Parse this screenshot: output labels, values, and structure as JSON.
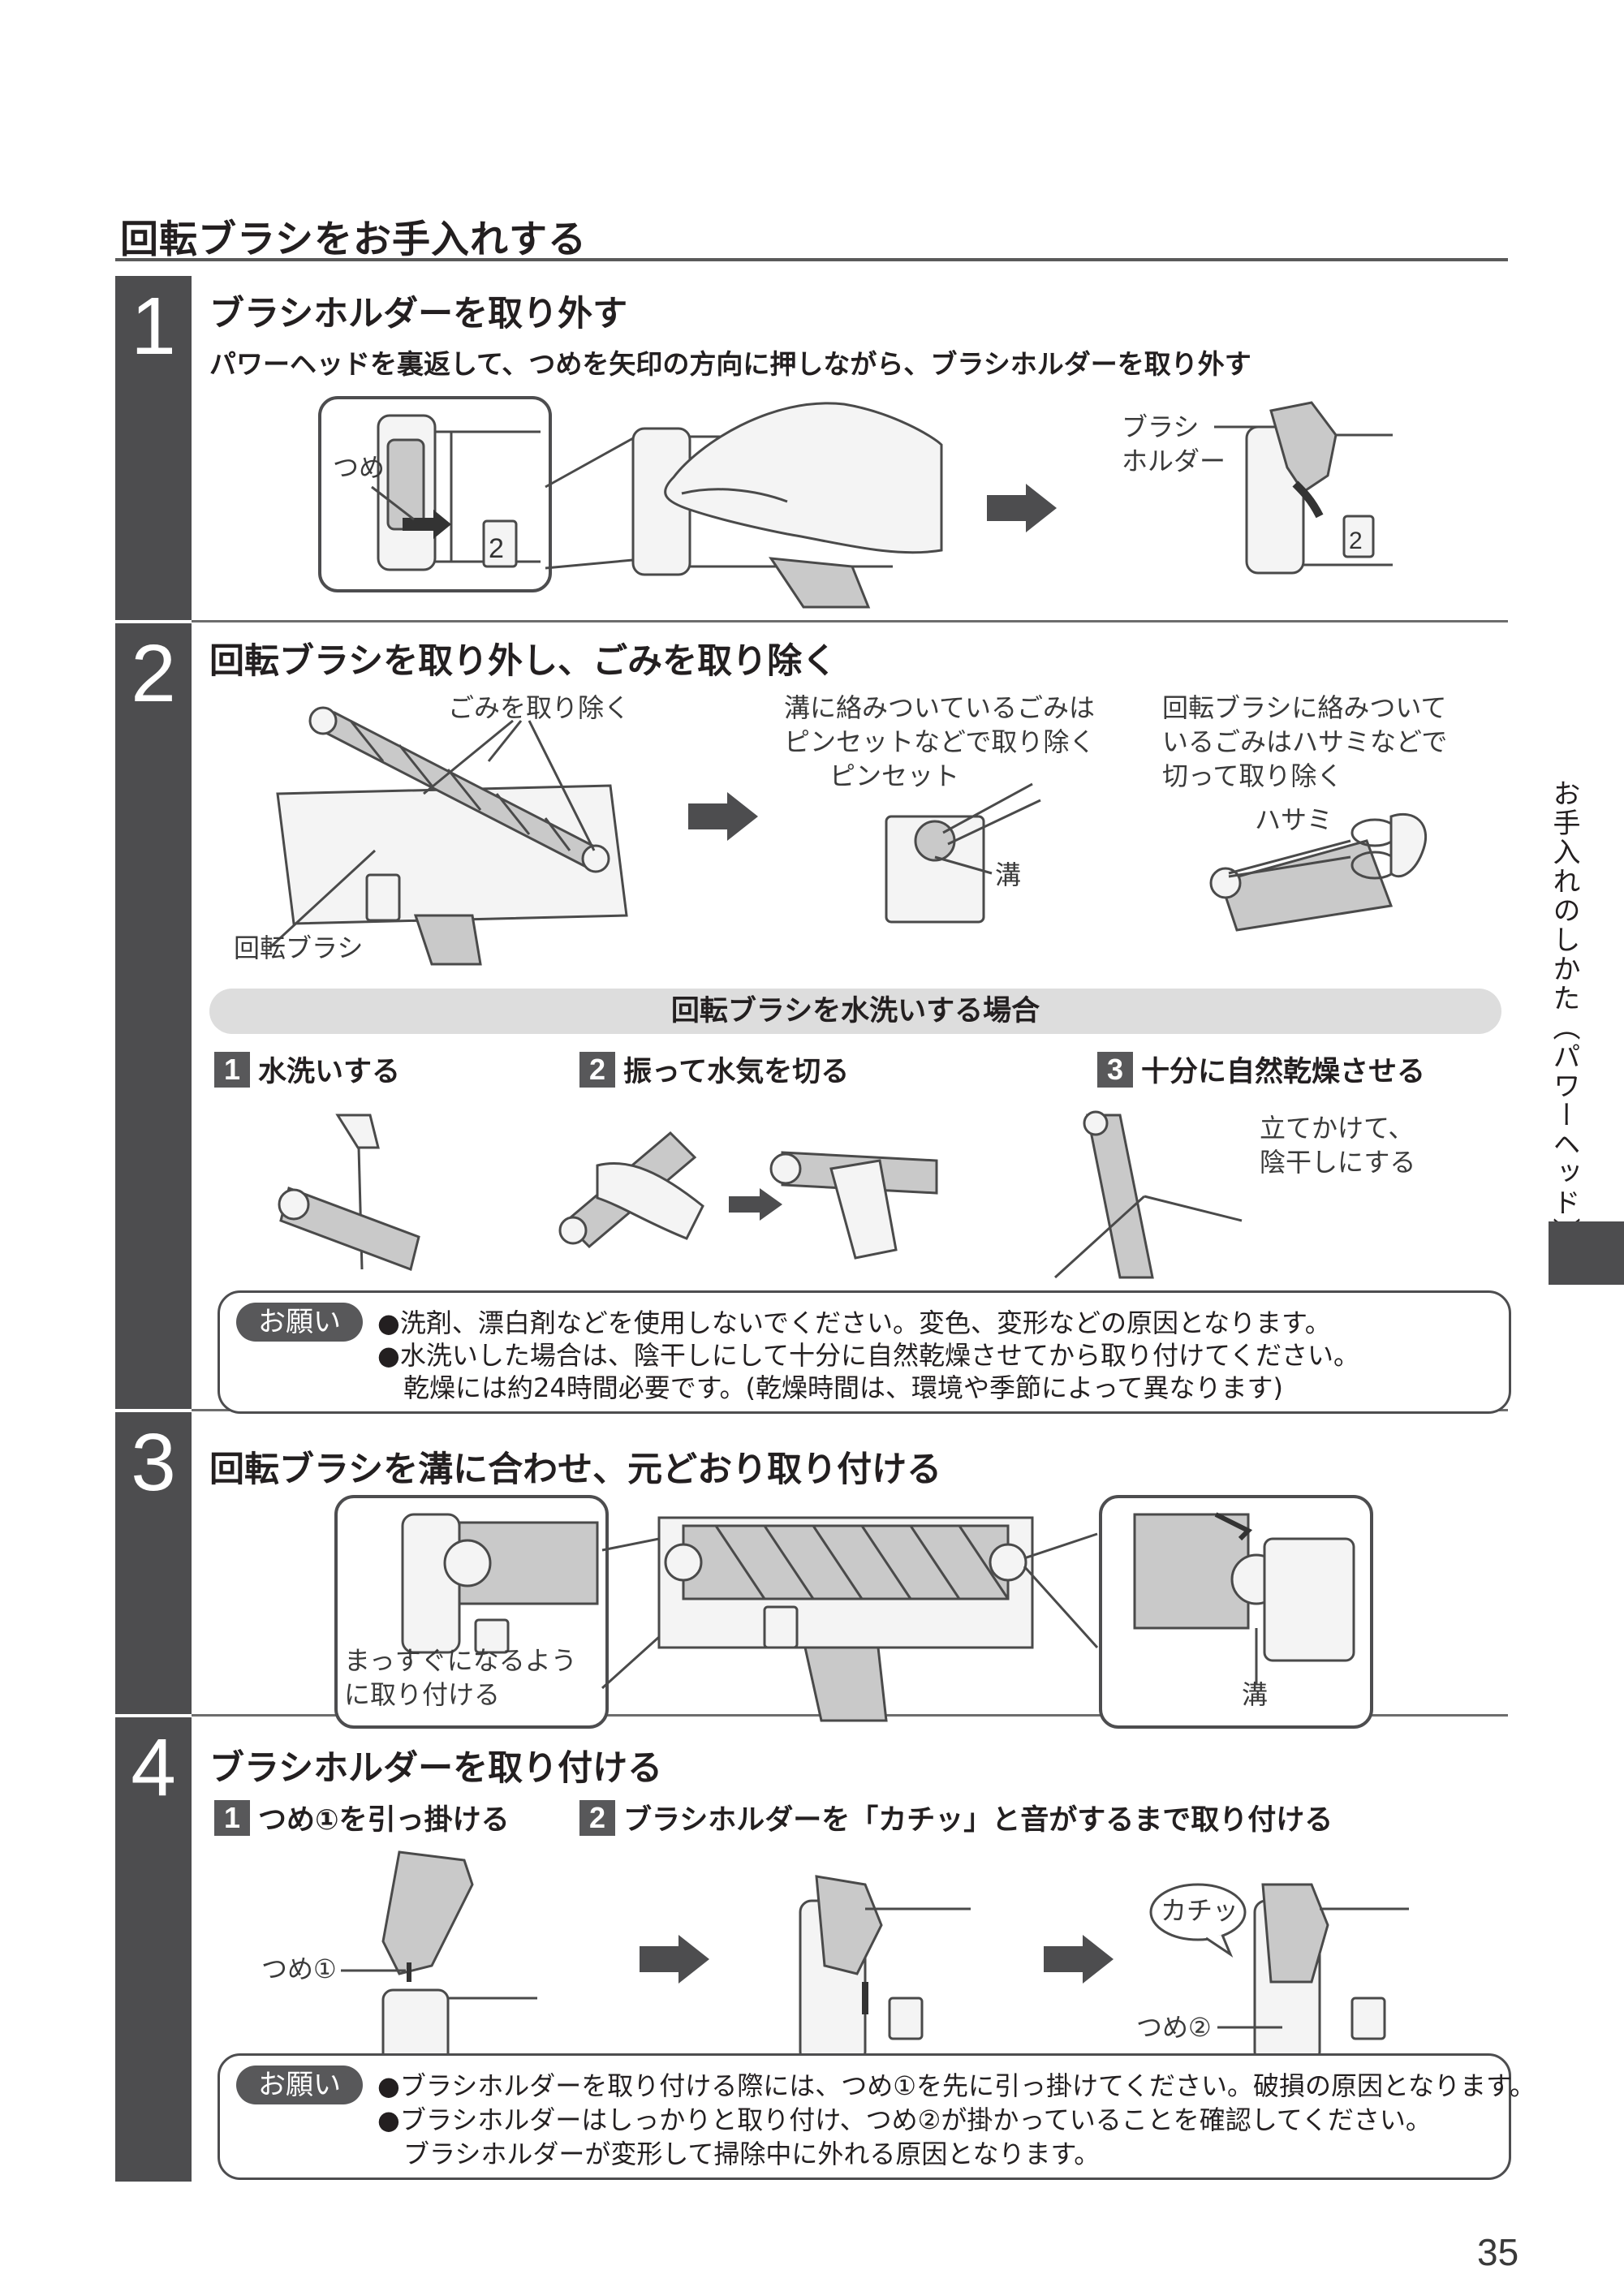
{
  "page_title": "回転ブラシをお手入れする",
  "side_tab": "お手入れのしかた（パワーヘッド）",
  "page_number": "35",
  "step1": {
    "number": "1",
    "title": "ブラシホルダーを取り外す",
    "subtitle": "パワーヘッドを裏返して、つめを矢印の方向に押しながら、ブラシホルダーを取り外す",
    "label_tsume": "つめ",
    "label_holder_1": "ブラシ",
    "label_holder_2": "ホルダー"
  },
  "step2": {
    "number": "2",
    "title": "回転ブラシを取り外し、ごみを取り除く",
    "label_remove": "ごみを取り除く",
    "label_brush": "回転ブラシ",
    "label_groove_1": "溝に絡みついているごみは",
    "label_groove_2": "ピンセットなどで取り除く",
    "label_tweezers": "ピンセット",
    "label_groove": "溝",
    "label_cut_1": "回転ブラシに絡みついて",
    "label_cut_2": "いるごみはハサミなどで",
    "label_cut_3": "切って取り除く",
    "label_scissors": "ハサミ",
    "wash_title": "回転ブラシを水洗いする場合",
    "wash_steps": [
      {
        "num": "1",
        "text": "水洗いする"
      },
      {
        "num": "2",
        "text": "振って水気を切る"
      },
      {
        "num": "3",
        "text": "十分に自然乾燥させる"
      }
    ],
    "dry_1": "立てかけて、",
    "dry_2": "陰干しにする",
    "note_badge": "お願い",
    "note_1": "●洗剤、漂白剤などを使用しないでください。変色、変形などの原因となります。",
    "note_2": "●水洗いした場合は、陰干しにして十分に自然乾燥させてから取り付けてください。",
    "note_3": "乾燥には約24時間必要です。(乾燥時間は、環境や季節によって異なります)"
  },
  "step3": {
    "number": "3",
    "title": "回転ブラシを溝に合わせ、元どおり取り付ける",
    "label_straight_1": "まっすぐになるよう",
    "label_straight_2": "に取り付ける",
    "label_groove": "溝"
  },
  "step4": {
    "number": "4",
    "title": "ブラシホルダーを取り付ける",
    "sub_steps": [
      {
        "num": "1",
        "text": "つめ①を引っ掛ける"
      },
      {
        "num": "2",
        "text": "ブラシホルダーを「カチッ」と音がするまで取り付ける"
      }
    ],
    "label_tsume1": "つめ①",
    "label_click": "カチッ",
    "label_tsume2": "つめ②",
    "note_badge": "お願い",
    "note_1": "●ブラシホルダーを取り付ける際には、つめ①を先に引っ掛けてください。破損の原因となります。",
    "note_2": "●ブラシホルダーはしっかりと取り付け、つめ②が掛かっていることを確認してください。",
    "note_3": "ブラシホルダーが変形して掃除中に外れる原因となります。"
  }
}
